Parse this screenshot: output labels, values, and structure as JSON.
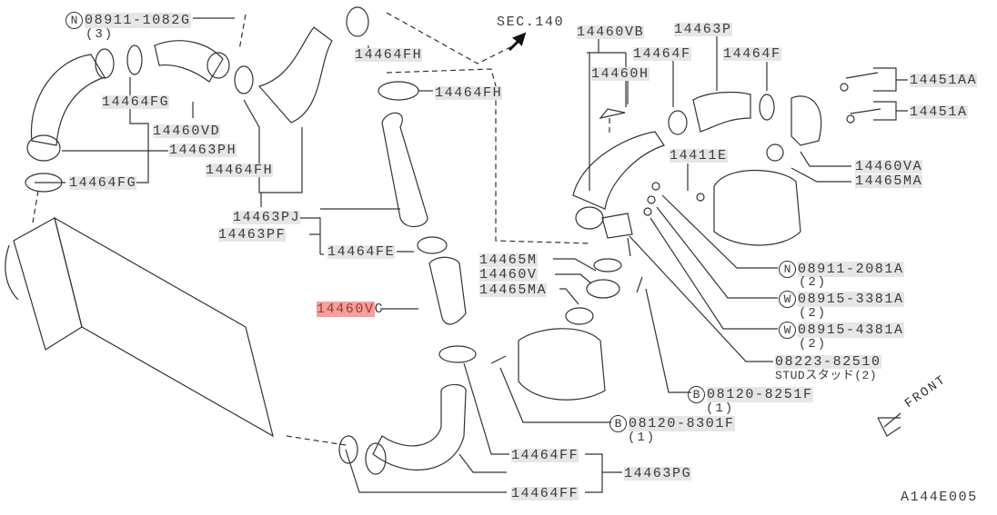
{
  "diagram_code": "A144E005",
  "section_ref": "SEC.140",
  "front_label": "FRONT",
  "labels": {
    "nut_top": {
      "prefix": "N",
      "part": "08911-1082G",
      "qty": "(3)"
    },
    "fh_top": "14464FH",
    "vb": "14460VB",
    "p": "14463P",
    "f1": "14464F",
    "f2": "14464F",
    "h": "14460H",
    "aa": "14451AA",
    "a": "14451A",
    "fg1": "14464FG",
    "vd": "14460VD",
    "ph": "14463PH",
    "fh_left": "14464FH",
    "fg2": "14464FG",
    "fh_mid": "14464FH",
    "e": "14411E",
    "va": "14460VA",
    "ma_right": "14465MA",
    "pj": "14463PJ",
    "pf": "14463PF",
    "fe": "14464FE",
    "nut_2081": {
      "prefix": "N",
      "part": "08911-2081A",
      "qty": "(2)"
    },
    "m": "14465M",
    "v": "14460V",
    "ma_mid": "14465MA",
    "vc_highlight": "14460V",
    "vc_suffix": "C",
    "washer_3381": {
      "prefix": "W",
      "part": "08915-3381A",
      "qty": "(2)"
    },
    "washer_4381": {
      "prefix": "W",
      "part": "08915-4381A",
      "qty": "(2)"
    },
    "stud": {
      "part": "08223-82510",
      "desc": "STUDスタッド(2)"
    },
    "bolt_8251": {
      "prefix": "B",
      "part": "08120-8251F",
      "qty": "(1)"
    },
    "bolt_8301": {
      "prefix": "B",
      "part": "08120-8301F",
      "qty": "(1)"
    },
    "ff1": "14464FF",
    "pg": "14463PG",
    "ff2": "14464FF"
  },
  "colors": {
    "line": "#333333",
    "label_bg": "#e6e6e6",
    "selected": "#f2a0a0"
  }
}
